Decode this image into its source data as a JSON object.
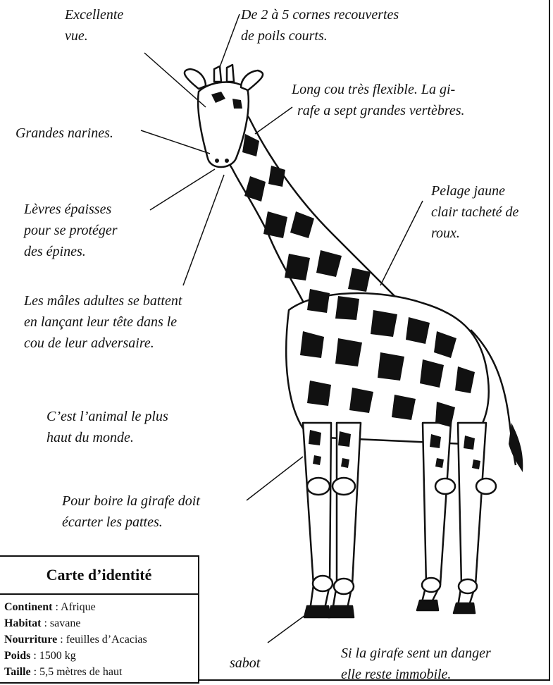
{
  "annotations": {
    "vision": [
      "Excellente",
      "vue."
    ],
    "horns": [
      "De 2 à 5 cornes recouvertes",
      "de poils courts."
    ],
    "neck": [
      "Long cou très flexible. La gi-",
      "rafe a sept grandes vertèbres."
    ],
    "nostrils": [
      "Grandes narines."
    ],
    "lips": [
      "Lèvres épaisses",
      "pour se protéger",
      "des épines."
    ],
    "coat": [
      "Pelage jaune",
      "clair tacheté de",
      "roux."
    ],
    "males": [
      "Les mâles adultes se battent",
      "en lançant leur tête dans le",
      "cou de leur adversaire."
    ],
    "tallest": [
      "C’est l’animal le plus",
      "haut du monde."
    ],
    "drink": [
      "Pour boire la girafe doit",
      "écarter les pattes."
    ],
    "hoof": [
      "sabot"
    ],
    "danger": [
      "Si la girafe sent un danger",
      "elle reste immobile."
    ]
  },
  "id_card": {
    "title": "Carte d’identité",
    "rows": [
      {
        "label": "Continent",
        "value": "Afrique"
      },
      {
        "label": "Habitat",
        "value": "savane"
      },
      {
        "label": "Nourriture",
        "value": "feuilles d’Acacias"
      },
      {
        "label": "Poids",
        "value": "1500 kg"
      },
      {
        "label": "Taille",
        "value": "5,5 mètres de haut"
      }
    ]
  }
}
